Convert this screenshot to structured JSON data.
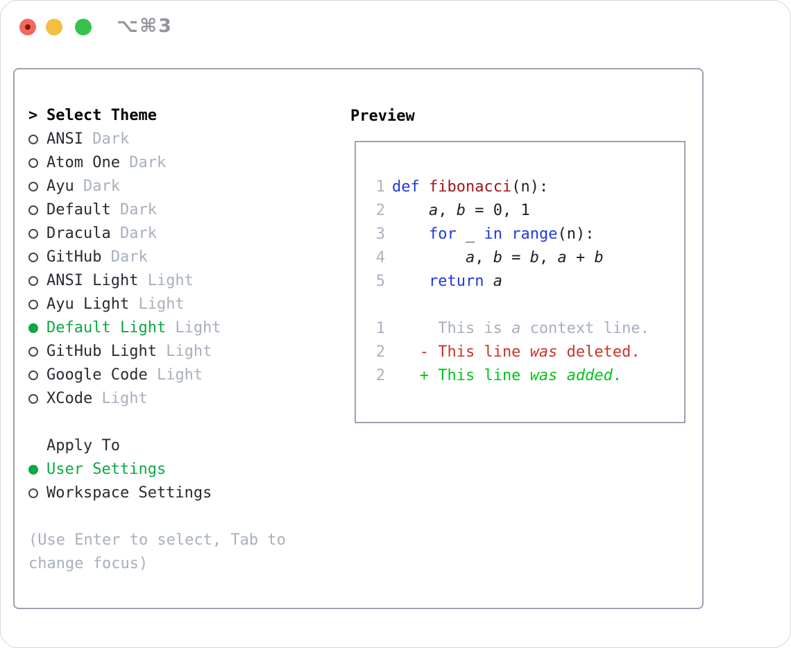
{
  "window": {
    "title": "⌥⌘3",
    "traffic_lights": {
      "close": "close-button",
      "minimize": "minimize-button",
      "zoom": "zoom-button"
    }
  },
  "theme_selector": {
    "header_prefix": ">",
    "header": "Select Theme",
    "items": [
      {
        "name": "ANSI",
        "variant": "Dark",
        "selected": false
      },
      {
        "name": "Atom One",
        "variant": "Dark",
        "selected": false
      },
      {
        "name": "Ayu",
        "variant": "Dark",
        "selected": false
      },
      {
        "name": "Default",
        "variant": "Dark",
        "selected": false
      },
      {
        "name": "Dracula",
        "variant": "Dark",
        "selected": false
      },
      {
        "name": "GitHub",
        "variant": "Dark",
        "selected": false
      },
      {
        "name": "ANSI Light",
        "variant": "Light",
        "selected": false
      },
      {
        "name": "Ayu Light",
        "variant": "Light",
        "selected": false
      },
      {
        "name": "Default Light",
        "variant": "Light",
        "selected": true
      },
      {
        "name": "GitHub Light",
        "variant": "Light",
        "selected": false
      },
      {
        "name": "Google Code",
        "variant": "Light",
        "selected": false
      },
      {
        "name": "XCode",
        "variant": "Light",
        "selected": false
      }
    ]
  },
  "apply_to": {
    "header": "Apply To",
    "options": [
      {
        "label": "User Settings",
        "selected": true
      },
      {
        "label": "Workspace Settings",
        "selected": false
      }
    ]
  },
  "help_text": "(Use Enter to select, Tab to change focus)",
  "preview": {
    "header": "Preview",
    "lines": [
      {
        "n": "1",
        "seg": [
          [
            "def",
            "kw"
          ],
          [
            " ",
            ""
          ],
          [
            "fibonacci",
            "fn"
          ],
          [
            "(n):",
            ""
          ]
        ]
      },
      {
        "n": "2",
        "seg": [
          [
            "    ",
            ""
          ],
          [
            "a",
            "v"
          ],
          [
            ", ",
            ""
          ],
          [
            "b",
            "v"
          ],
          [
            " = 0, 1",
            ""
          ]
        ]
      },
      {
        "n": "3",
        "seg": [
          [
            "    ",
            ""
          ],
          [
            "for",
            "kw"
          ],
          [
            " _ ",
            ""
          ],
          [
            "in",
            "kw"
          ],
          [
            " ",
            ""
          ],
          [
            "range",
            "kw"
          ],
          [
            "(n):",
            ""
          ]
        ]
      },
      {
        "n": "4",
        "seg": [
          [
            "        ",
            ""
          ],
          [
            "a",
            "v"
          ],
          [
            ", ",
            ""
          ],
          [
            "b",
            "v"
          ],
          [
            " = ",
            ""
          ],
          [
            "b",
            "v"
          ],
          [
            ", ",
            ""
          ],
          [
            "a",
            "v"
          ],
          [
            " + ",
            ""
          ],
          [
            "b",
            "v"
          ]
        ]
      },
      {
        "n": "5",
        "seg": [
          [
            "    ",
            ""
          ],
          [
            "return",
            "kw"
          ],
          [
            " ",
            ""
          ],
          [
            "a",
            "v"
          ]
        ]
      },
      {
        "n": "",
        "seg": []
      },
      {
        "n": "1",
        "seg": [
          [
            "     This is ",
            "ctx"
          ],
          [
            "a",
            "ctx i"
          ],
          [
            " context line.",
            "ctx"
          ]
        ]
      },
      {
        "n": "2",
        "seg": [
          [
            "   - This line ",
            "del"
          ],
          [
            "was",
            "del i"
          ],
          [
            " deleted.",
            "del"
          ]
        ]
      },
      {
        "n": "2",
        "seg": [
          [
            "   + This line ",
            "add"
          ],
          [
            "was",
            "add i"
          ],
          [
            " ",
            "add"
          ],
          [
            "added",
            "add i"
          ],
          [
            ".",
            "add"
          ]
        ]
      }
    ]
  },
  "colors": {
    "accent-green": "#0ca843",
    "diff-green": "#00c41a",
    "diff-red": "#c9342a",
    "keyword-blue": "#2038dd",
    "function-red": "#a31515",
    "muted-gray": "#a7b0bc",
    "border-gray": "#9aa3ae",
    "traffic-red": "#ee6a5f",
    "traffic-yellow": "#f5bd41",
    "traffic-green": "#36c24b"
  }
}
